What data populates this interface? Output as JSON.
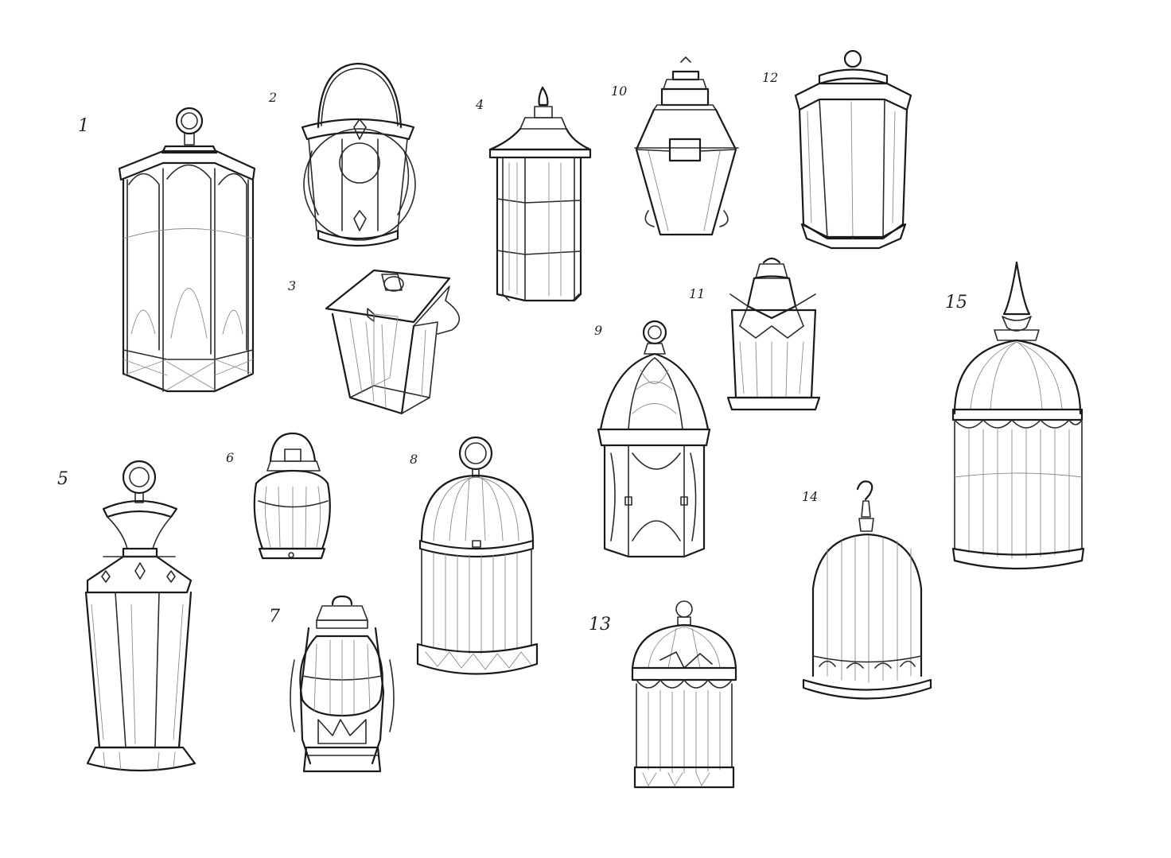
{
  "sheet": {
    "labels": [
      "1",
      "2",
      "3",
      "4",
      "5",
      "6",
      "7",
      "8",
      "9",
      "10",
      "11",
      "12",
      "13",
      "14",
      "15"
    ]
  },
  "drawings": [
    {
      "label": "1",
      "subject": "tall hexagonal lantern with ring handle and gothic arches"
    },
    {
      "label": "2",
      "subject": "round lantern with arched bail handle"
    },
    {
      "label": "3",
      "subject": "square tapered lantern with side handle"
    },
    {
      "label": "4",
      "subject": "tall rectangular lantern with pointed roof"
    },
    {
      "label": "5",
      "subject": "tapered lantern with ring handle and flared cap"
    },
    {
      "label": "6",
      "subject": "small jar lantern with loop handle"
    },
    {
      "label": "7",
      "subject": "hurricane oil lantern"
    },
    {
      "label": "8",
      "subject": "domed birdcage lantern with ring"
    },
    {
      "label": "9",
      "subject": "hexagonal dome lantern with ring"
    },
    {
      "label": "10",
      "subject": "street lantern with crown top"
    },
    {
      "label": "11",
      "subject": "petal crown lantern"
    },
    {
      "label": "12",
      "subject": "octagonal lantern with ring top"
    },
    {
      "label": "13",
      "subject": "cage lantern with scalloped band"
    },
    {
      "label": "14",
      "subject": "bell cage with hook"
    },
    {
      "label": "15",
      "subject": "tall domed cage with spire"
    }
  ]
}
